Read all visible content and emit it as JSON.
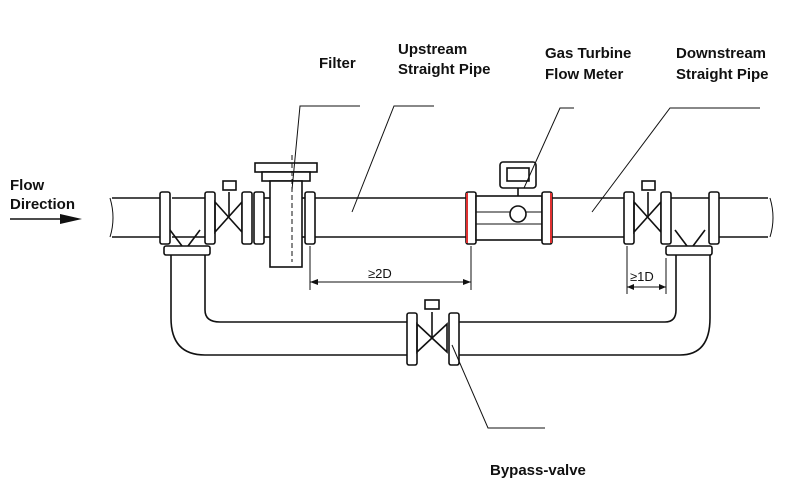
{
  "labels": {
    "filter": "Filter",
    "upstream_1": "Upstream",
    "upstream_2": "Straight Pipe",
    "meter_1": "Gas Turbine",
    "meter_2": "Flow Meter",
    "downstream_1": "Downstream",
    "downstream_2": "Straight Pipe",
    "flow_1": "Flow",
    "flow_2": "Direction",
    "bypass": "Bypass-valve"
  },
  "dimensions": {
    "upstream_length": "≥2D",
    "downstream_length": "≥1D"
  },
  "colors": {
    "line": "#111111",
    "flange_accent": "#e03030"
  }
}
